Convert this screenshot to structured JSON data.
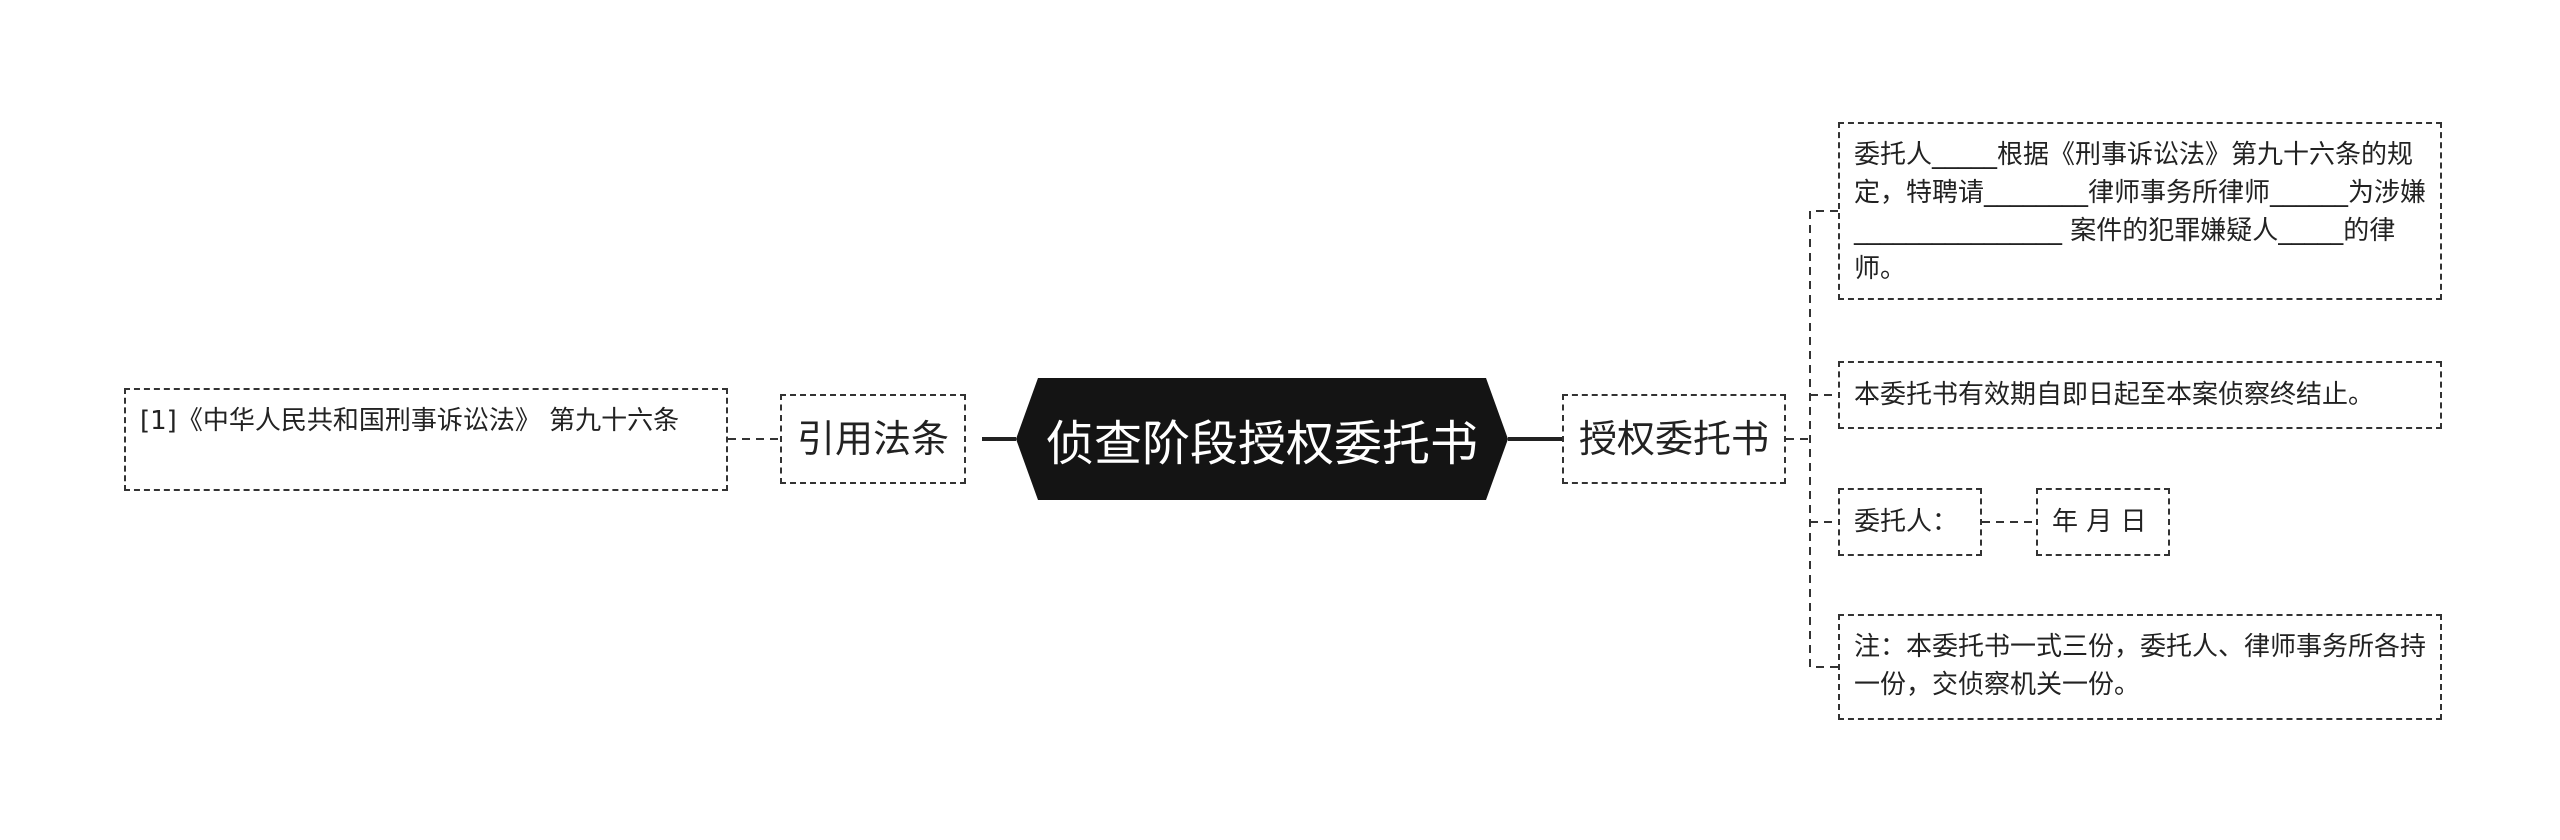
{
  "root": {
    "title": "侦查阶段授权委托书"
  },
  "left_branch": {
    "label": "引用法条",
    "children": [
      "[1]《中华人民共和国刑事诉讼法》 第九十六条"
    ]
  },
  "right_branch": {
    "label": "授权委托书",
    "children": [
      "委托人_____根据《刑事诉讼法》第九十六条的规定，特聘请________律师事务所律师______为涉嫌 ________________ 案件的犯罪嫌疑人_____的律师。",
      "本委托书有效期自即日起至本案侦察终结止。",
      "委托人：",
      "注：本委托书一式三份，委托人、律师事务所各持一份，交侦察机关一份。"
    ],
    "grandchild": "年 月 日"
  },
  "colors": {
    "root_fill": "#141414",
    "root_text": "#ffffff",
    "line": "#333333"
  }
}
